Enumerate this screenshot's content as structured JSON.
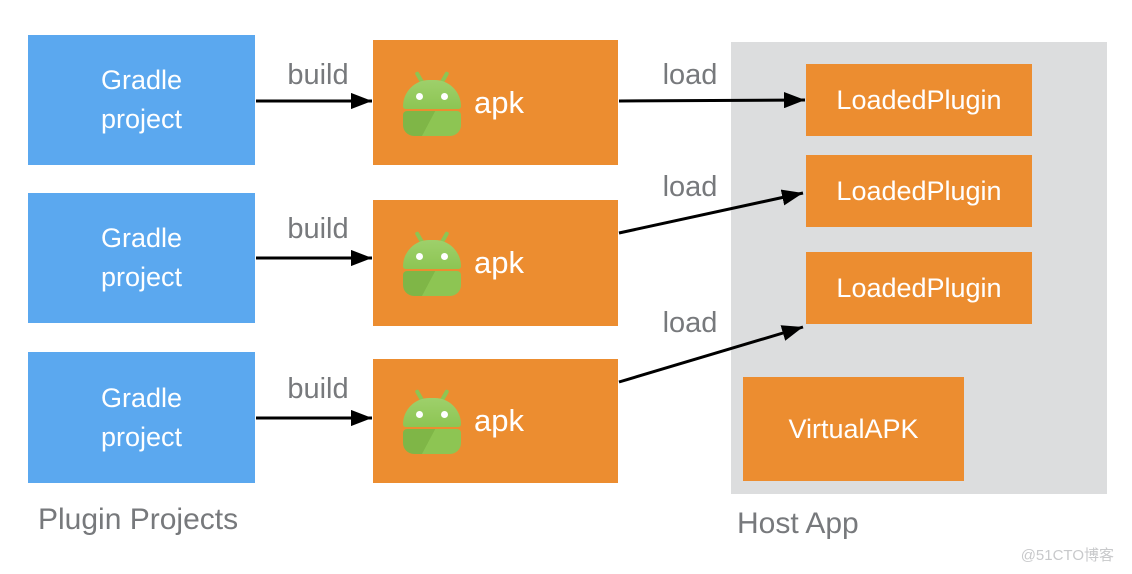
{
  "colors": {
    "box_blue": "#5BA8EF",
    "box_orange": "#EC8D30",
    "panel_gray": "#DCDDDE",
    "label_gray": "#77797C",
    "android_green": "#8DC553",
    "android_green_dark": "#7FB647",
    "android_green_light": "#9ED06B",
    "arrow_black": "#000000",
    "watermark_gray": "#C8C9CB",
    "box_text_white": "#FFFFFF"
  },
  "plugin_projects": {
    "section_label": "Plugin Projects",
    "gradle_boxes": [
      {
        "label": "Gradle project"
      },
      {
        "label": "Gradle project"
      },
      {
        "label": "Gradle project"
      }
    ]
  },
  "apk_column": {
    "boxes": [
      {
        "label": "apk",
        "icon": "android-robot-icon"
      },
      {
        "label": "apk",
        "icon": "android-robot-icon"
      },
      {
        "label": "apk",
        "icon": "android-robot-icon"
      }
    ]
  },
  "arrows": {
    "build": [
      {
        "label": "build"
      },
      {
        "label": "build"
      },
      {
        "label": "build"
      }
    ],
    "load": [
      {
        "label": "load"
      },
      {
        "label": "load"
      },
      {
        "label": "load"
      }
    ]
  },
  "host_app": {
    "section_label": "Host App",
    "loaded_plugins": [
      {
        "label": "LoadedPlugin"
      },
      {
        "label": "LoadedPlugin"
      },
      {
        "label": "LoadedPlugin"
      }
    ],
    "virtual_apk": {
      "label": "VirtualAPK"
    }
  },
  "watermark": {
    "text": "@51CTO博客"
  }
}
